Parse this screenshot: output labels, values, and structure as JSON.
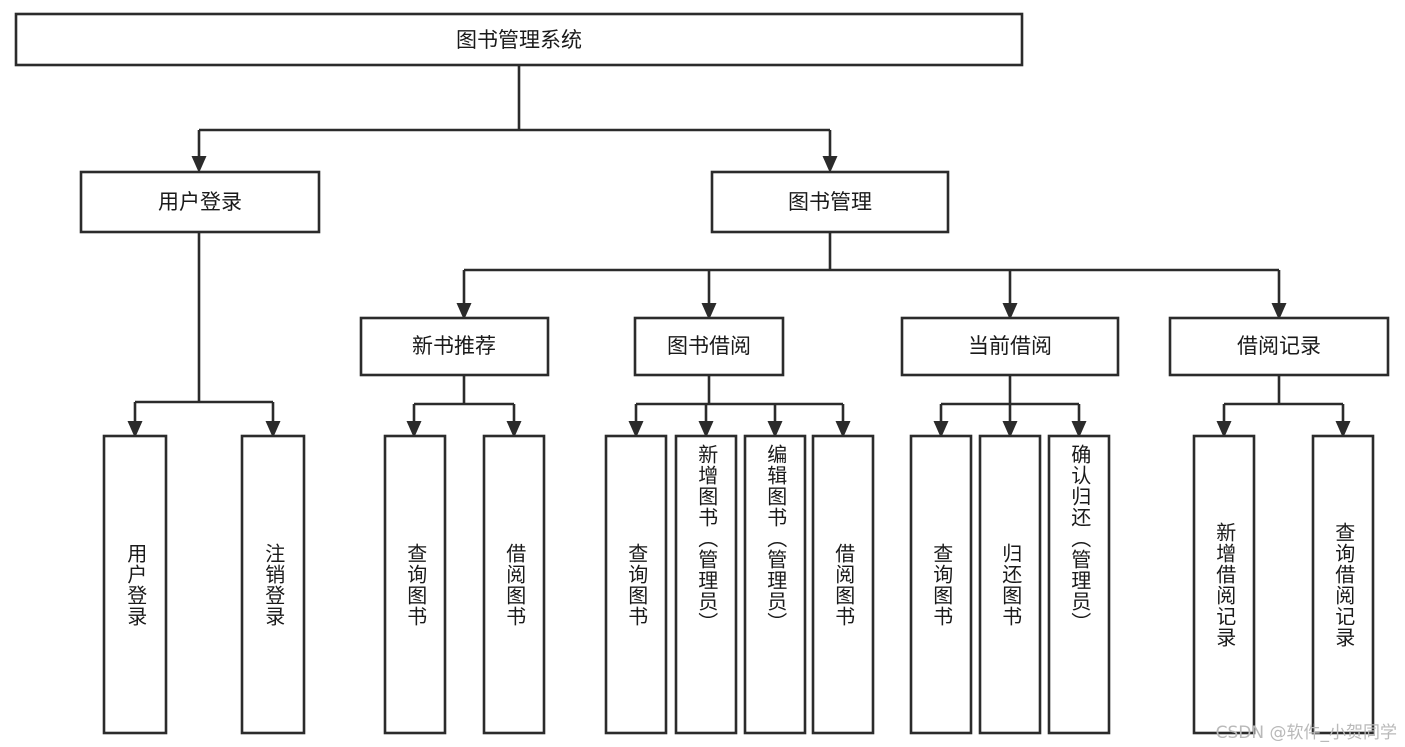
{
  "diagram": {
    "title": "图书管理系统",
    "watermark": "CSDN @软件_小贺同学",
    "root": {
      "label": "图书管理系统"
    },
    "level2": [
      {
        "label": "用户登录"
      },
      {
        "label": "图书管理"
      }
    ],
    "level3": [
      {
        "label": "新书推荐"
      },
      {
        "label": "图书借阅"
      },
      {
        "label": "当前借阅"
      },
      {
        "label": "借阅记录"
      }
    ],
    "leaves": {
      "user_login": [
        {
          "label": "用户登录"
        },
        {
          "label": "注销登录"
        }
      ],
      "new_book_recommend": [
        {
          "label": "查询图书"
        },
        {
          "label": "借阅图书"
        }
      ],
      "book_borrow": [
        {
          "label": "查询图书"
        },
        {
          "label": "新增图书（管理员）"
        },
        {
          "label": "编辑图书（管理员）"
        },
        {
          "label": "借阅图书"
        }
      ],
      "current_borrow": [
        {
          "label": "查询图书"
        },
        {
          "label": "归还图书"
        },
        {
          "label": "确认归还（管理员）"
        }
      ],
      "borrow_record": [
        {
          "label": "新增借阅记录"
        },
        {
          "label": "查询借阅记录"
        }
      ]
    },
    "colors": {
      "stroke": "#2b2b2b",
      "fill": "#ffffff",
      "text": "#1a1a1a",
      "watermark": "#b9b9b9"
    }
  }
}
